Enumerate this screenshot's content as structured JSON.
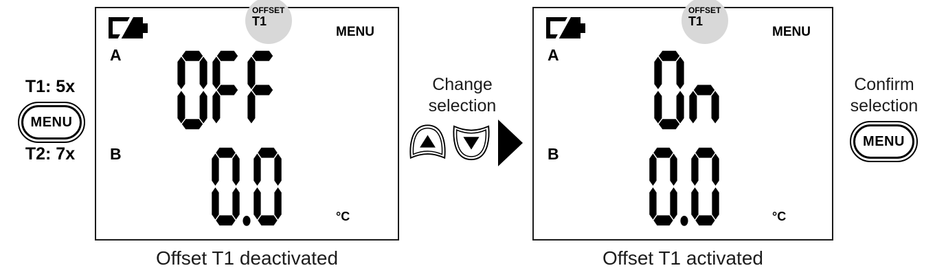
{
  "left_controls": {
    "t1_presses": "T1: 5x",
    "menu_label": "MENU",
    "t2_presses": "T2: 7x"
  },
  "panels": {
    "left": {
      "battery_icon": "battery-half",
      "offset_badge": {
        "title": "OFFSET",
        "channel": "T1"
      },
      "menu_indicator": "MENU",
      "row_a_label": "A",
      "row_a_value": "OFF",
      "row_b_label": "B",
      "row_b_value": "0.0",
      "unit": "°C",
      "caption": "Offset T1 deactivated"
    },
    "right": {
      "battery_icon": "battery-half",
      "offset_badge": {
        "title": "OFFSET",
        "channel": "T1"
      },
      "menu_indicator": "MENU",
      "row_a_label": "A",
      "row_a_value": "On",
      "row_b_label": "B",
      "row_b_value": "0.0",
      "unit": "°C",
      "caption": "Offset T1 activated"
    }
  },
  "transition": {
    "label": "Change selection",
    "up_button_icon": "up-arrow-key",
    "down_button_icon": "down-arrow-key",
    "arrow_icon": "right-arrow"
  },
  "confirm": {
    "label": "Confirm selection",
    "menu_label": "MENU"
  },
  "colors": {
    "badge_background": "#d8d8d8",
    "ink": "#000000",
    "panel_background": "#ffffff"
  }
}
